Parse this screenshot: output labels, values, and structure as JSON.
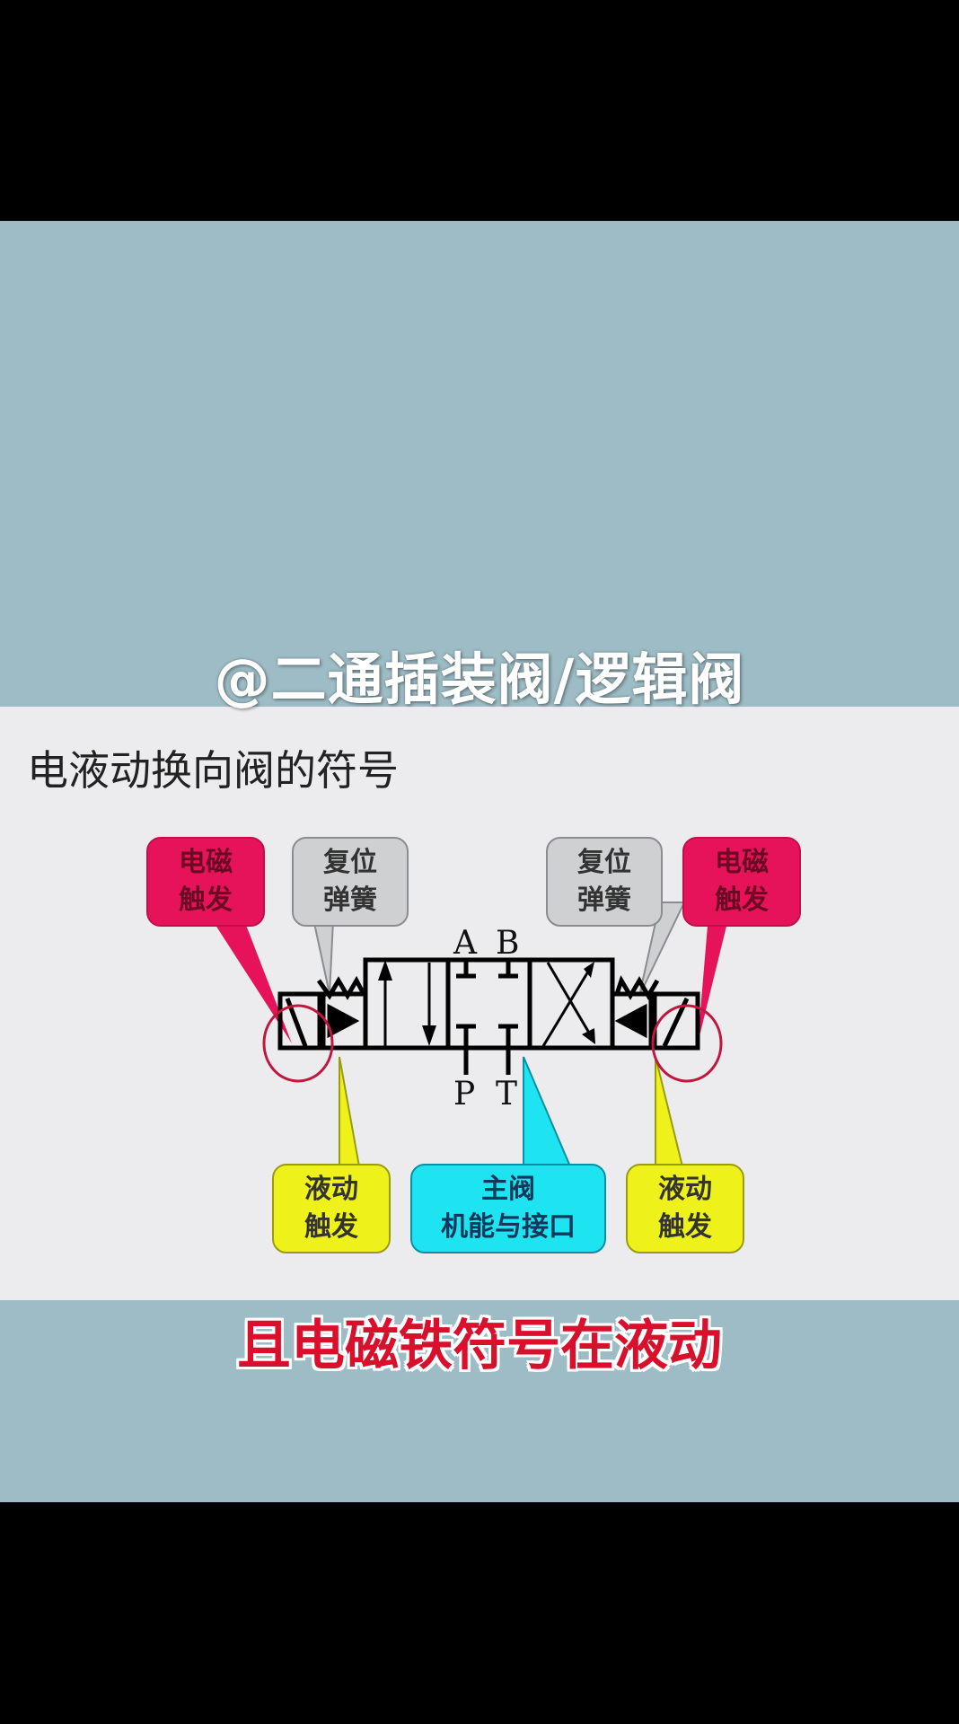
{
  "watermark": "@二通插装阀/逻辑阀",
  "slide": {
    "title": "电液动换向阀的符号",
    "callouts": {
      "left_solenoid": "电磁\n触发",
      "left_spring": "复位\n弹簧",
      "right_spring": "复位\n弹簧",
      "right_solenoid": "电磁\n触发",
      "left_hydraulic": "液动\n触发",
      "main_valve": "主阀\n机能与接口",
      "right_hydraulic": "液动\n触发"
    },
    "ports": {
      "A": "A",
      "B": "B",
      "P": "P",
      "T": "T"
    }
  },
  "subtitle": "且电磁铁符号在液动",
  "colors": {
    "background": "#9dbcc5",
    "slide": "#ececee",
    "solenoid_callout": "#e6135a",
    "spring_callout": "#cfd0d2",
    "hydraulic_callout": "#eef21a",
    "main_valve_callout": "#1ee3f0",
    "subtitle": "#d8102b"
  }
}
